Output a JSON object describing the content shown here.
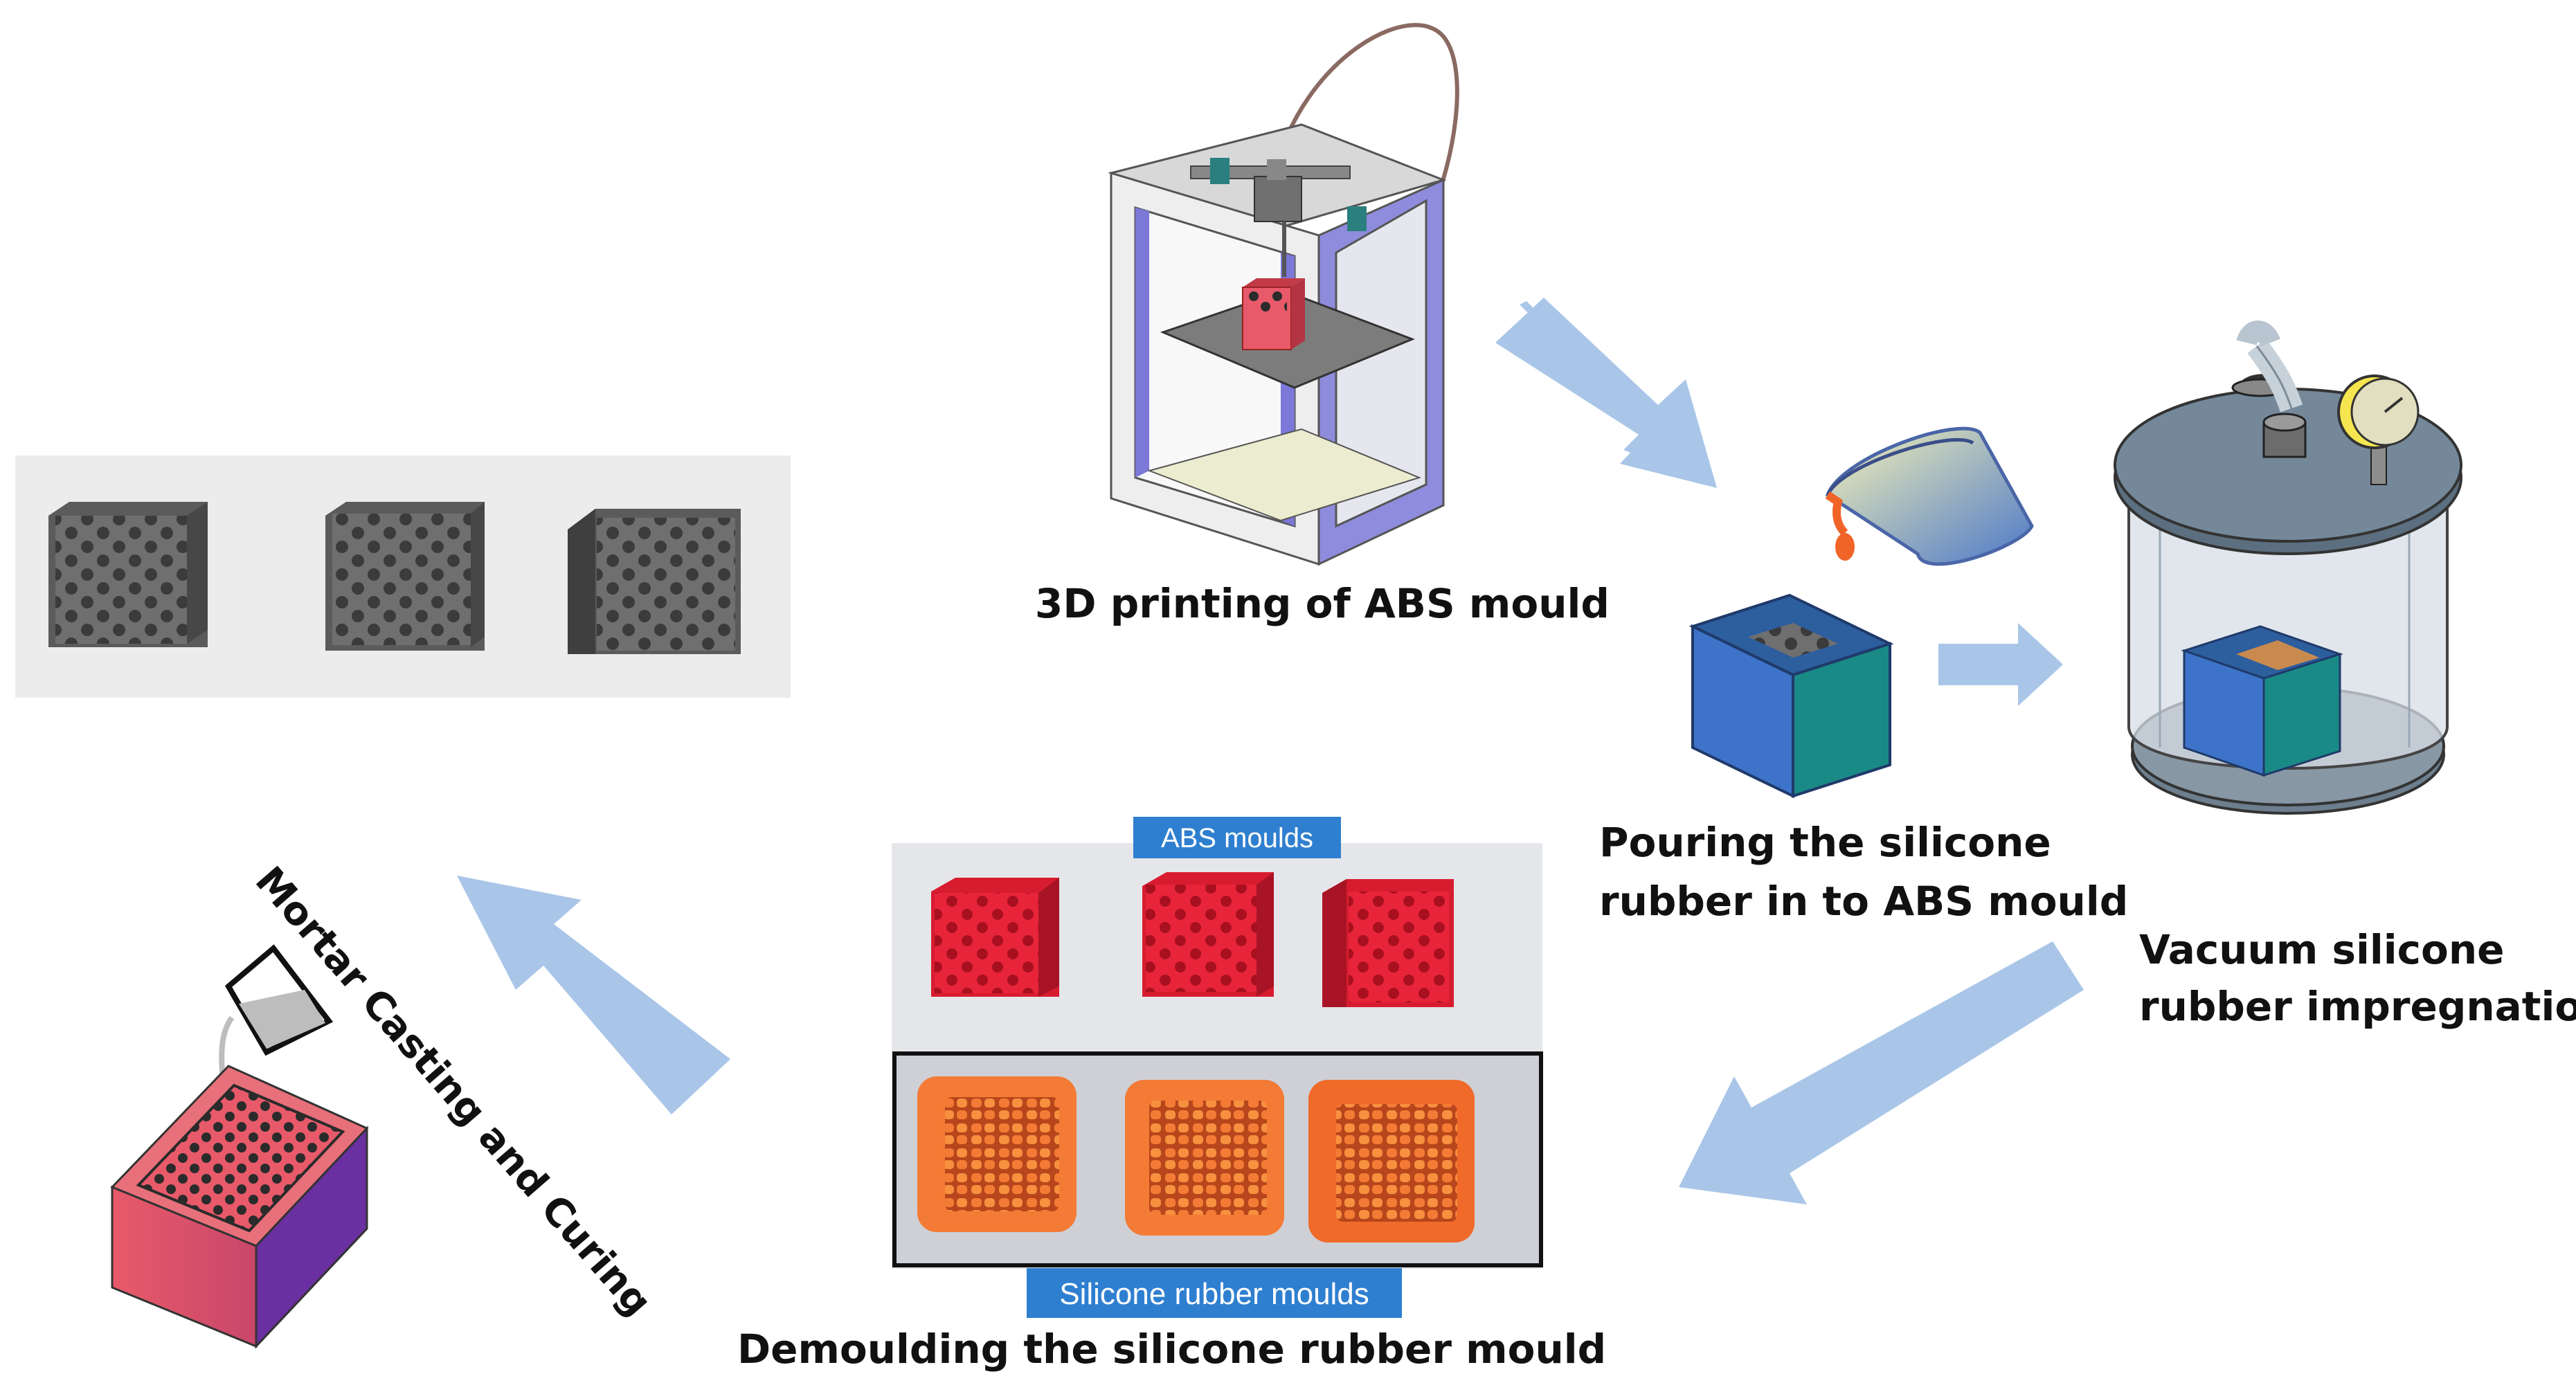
{
  "labels": {
    "printing": "3D printing of ABS mould",
    "pouring_line1": "Pouring the silicone",
    "pouring_line2": "rubber in to ABS mould",
    "vacuum_line1": "Vacuum silicone",
    "vacuum_line2": "rubber impregnation",
    "demoulding": "Demoulding the silicone rubber mould",
    "casting": "Mortar Casting and Curing"
  },
  "tags": {
    "abs": "ABS moulds",
    "silicone": "Silicone rubber moulds"
  },
  "colors": {
    "arrow": "#a9c6e8",
    "tag_bg": "#2f7fd0",
    "printer_frame": "#eeeeee",
    "printer_side": "#7b78d8",
    "abs_red": "#e8243a",
    "silicone_orange": "#f47b35",
    "mortar_grey": "#5a5a5a",
    "mould_blue": "#3d74c9",
    "mould_teal": "#1a8a86"
  }
}
